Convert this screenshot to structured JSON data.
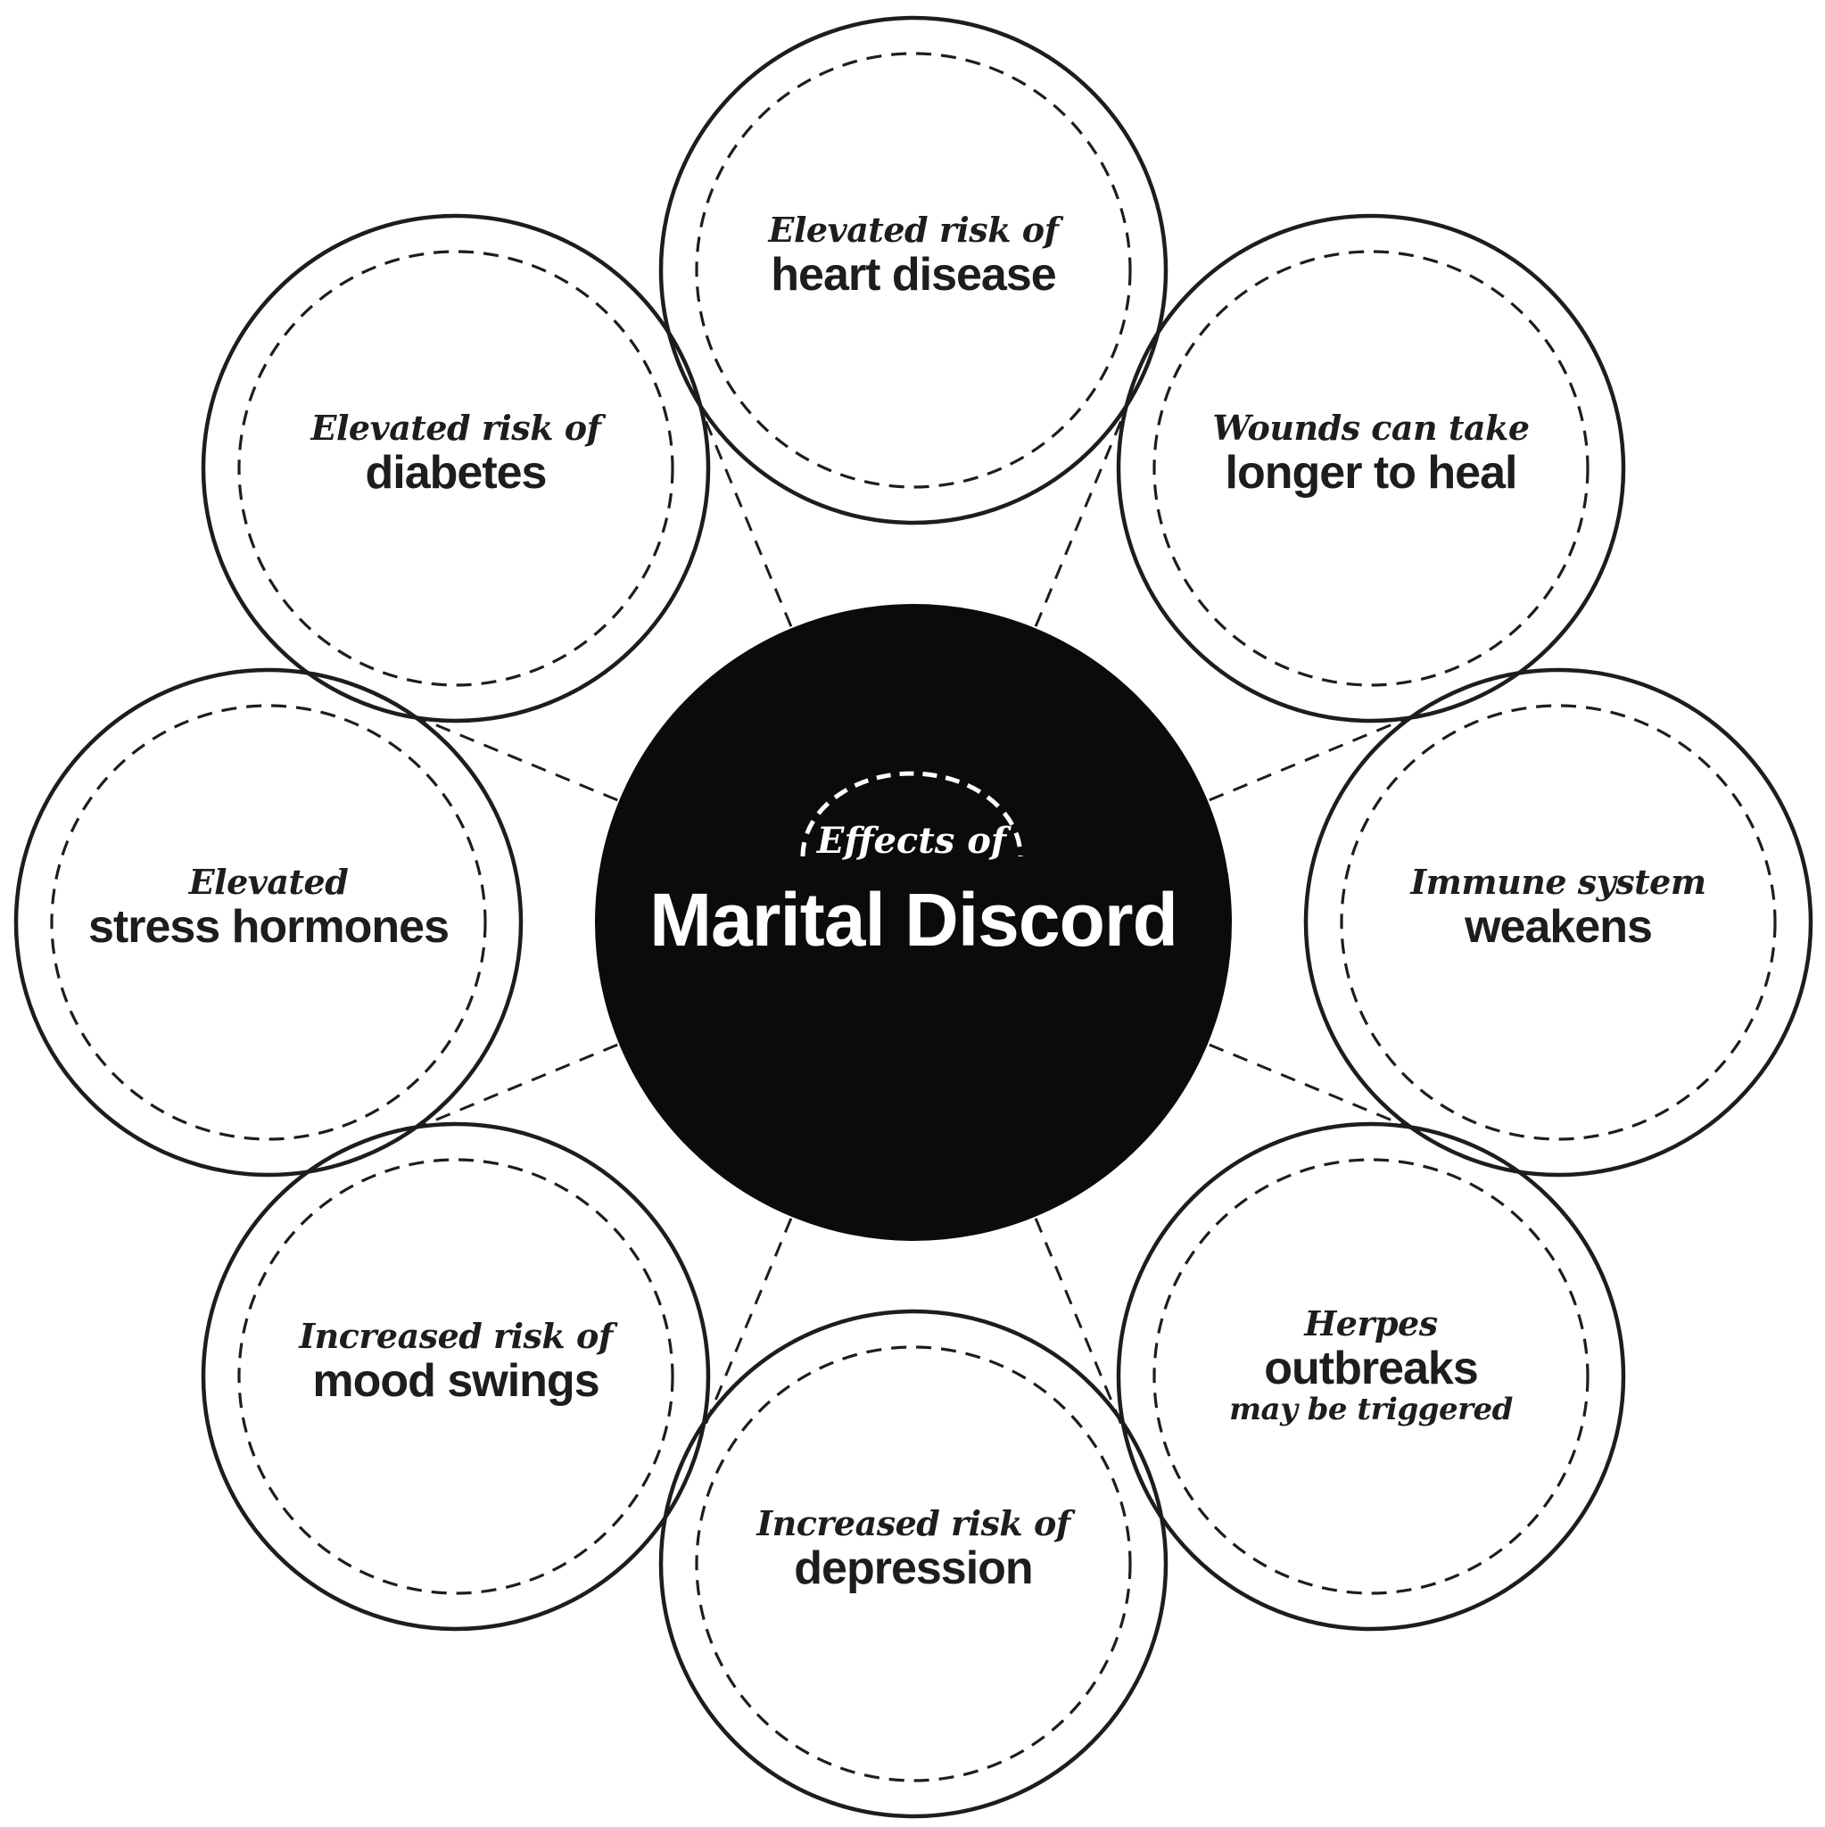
{
  "colors": {
    "background": "#ffffff",
    "ink": "#1d1d1b",
    "center_fill": "#0b0b0b",
    "center_text": "#ffffff"
  },
  "center": {
    "eyebrow": "Effects of",
    "title": "Marital Discord"
  },
  "nodes": [
    {
      "id": "heart-disease",
      "position": "top",
      "eyebrow": "Elevated risk of",
      "label": "heart disease"
    },
    {
      "id": "longer-to-heal",
      "position": "top-right",
      "eyebrow": "Wounds can take",
      "label": "longer to heal"
    },
    {
      "id": "immune-weakens",
      "position": "right",
      "eyebrow": "Immune system",
      "label": "weakens"
    },
    {
      "id": "herpes-outbreaks",
      "position": "bottom-right",
      "eyebrow": "Herpes",
      "label": "outbreaks",
      "subtext": "may be triggered"
    },
    {
      "id": "depression",
      "position": "bottom",
      "eyebrow": "Increased risk of",
      "label": "depression"
    },
    {
      "id": "mood-swings",
      "position": "bottom-left",
      "eyebrow": "Increased risk of",
      "label": "mood swings"
    },
    {
      "id": "stress-hormones",
      "position": "left",
      "eyebrow": "Elevated",
      "label": "stress hormones"
    },
    {
      "id": "diabetes",
      "position": "top-left",
      "eyebrow": "Elevated risk of",
      "label": "diabetes"
    }
  ]
}
